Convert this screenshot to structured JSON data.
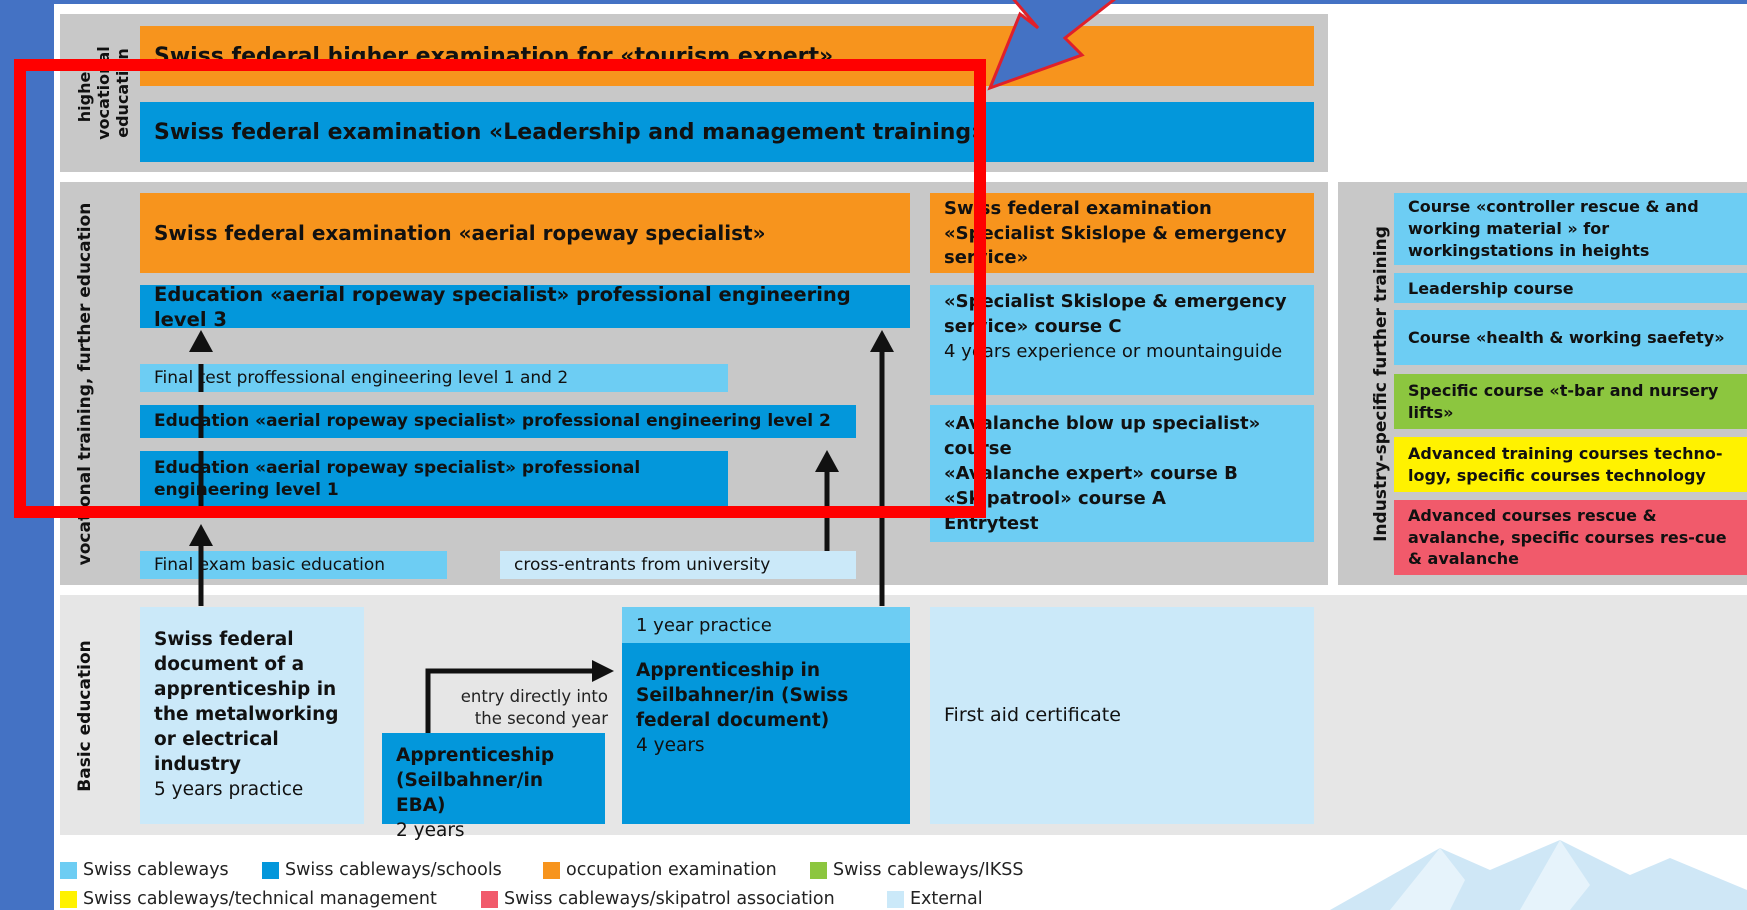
{
  "colors": {
    "light_blue": "#6dcdf3",
    "blue": "#0397db",
    "orange": "#f7941d",
    "green": "#8cc63f",
    "yellow": "#fff200",
    "red": "#f15a6b",
    "external": "#cbe9f9",
    "band_gray": "#c8c8c8",
    "basic_gray": "#e8e8e8",
    "left_blue_stripe": "#4472c4",
    "highlight_red": "#ff0000"
  },
  "sections": {
    "higher": "higher vocational education",
    "vocational": "vocational training, further education",
    "basic": "Basic education",
    "industry": "Industry-specific further training"
  },
  "higher": {
    "box1": "Swiss federal higher examination for «tourism expert»",
    "box2": "Swiss federal examination «Leadership and management training»"
  },
  "vocational": {
    "exam_specialist": "Swiss federal examination «aerial ropeway specialist»",
    "edu_level3": "Education «aerial ropeway specialist» professional engineering level 3",
    "final_test": "Final test proffessional engineering level 1 and 2",
    "edu_level2": "Education «aerial ropeway specialist» professional engineering level 2",
    "edu_level1": "Education «aerial ropeway specialist» professional engineering level 1",
    "final_exam_basic": "Final exam basic education",
    "cross_entrants": "cross-entrants from university",
    "skislope_exam": "Swiss federal examination «Specialist Skislope & emergency service»",
    "skislope_course_bold": "«Specialist Skislope & emergency service» course C",
    "skislope_course_light": "4 years experience or mountainguide",
    "avalanche": [
      "«Avalanche blow up specialist» course",
      "«Avalanche expert» course B",
      "«Skipatrool» course A",
      "Entrytest"
    ]
  },
  "industry_courses": [
    {
      "label": "Course «controller rescue & and working material » for workingstations in heights",
      "color": "light_blue"
    },
    {
      "label": "Leadership course",
      "color": "light_blue"
    },
    {
      "label": "Course «health & working saefety»",
      "color": "light_blue"
    },
    {
      "label": "Specific course «t-bar and nursery lifts»",
      "color": "green"
    },
    {
      "label": "Advanced training courses techno-logy, specific courses technology",
      "color": "yellow"
    },
    {
      "label": "Advanced courses rescue & avalanche, specific courses res-cue & avalanche",
      "color": "red"
    }
  ],
  "basic": {
    "metal_bold": "Swiss federal document of a apprenticeship in the metalworking or electrical industry",
    "metal_light": "5 years practice",
    "entry_text": "entry directly into the second year",
    "eba_bold": "Apprenticeship (Seilbahner/in EBA)",
    "eba_light": "2 years",
    "practice": "1 year practice",
    "efz_bold": "Apprenticeship in Seilbahner/in (Swiss federal document)",
    "efz_light": "4 years",
    "first_aid": "First aid certificate"
  },
  "legend": [
    {
      "label": "Swiss cableways",
      "color": "light_blue"
    },
    {
      "label": "Swiss cableways/schools",
      "color": "blue"
    },
    {
      "label": "occupation examination",
      "color": "orange"
    },
    {
      "label": "Swiss cableways/IKSS",
      "color": "green"
    },
    {
      "label": "Swiss cableways/technical management",
      "color": "yellow"
    },
    {
      "label": "Swiss cableways/skipatrol association",
      "color": "red"
    },
    {
      "label": "External",
      "color": "external"
    }
  ]
}
